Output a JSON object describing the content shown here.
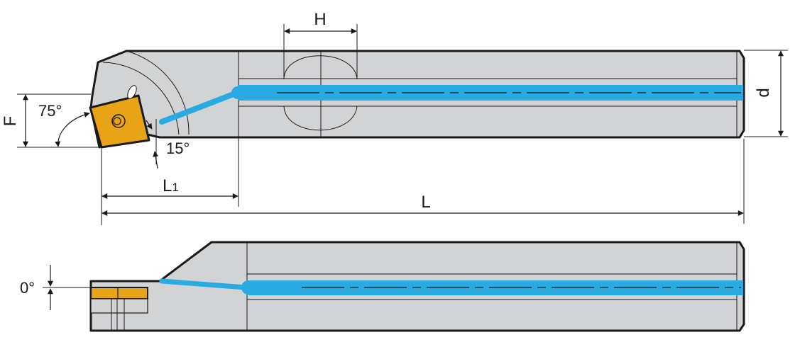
{
  "labels": {
    "h": "H",
    "d": "d",
    "f": "F",
    "angle_75": "75°",
    "angle_15": "15°",
    "l1_main": "L",
    "l1_sub": "1",
    "l": "L",
    "angle_0": "0°"
  },
  "colors": {
    "body_fill": "#d2d3d5",
    "outline": "#1a1a1a",
    "coolant": "#29abe2",
    "insert": "#e8a317",
    "dim_line": "#1a1a1a"
  }
}
